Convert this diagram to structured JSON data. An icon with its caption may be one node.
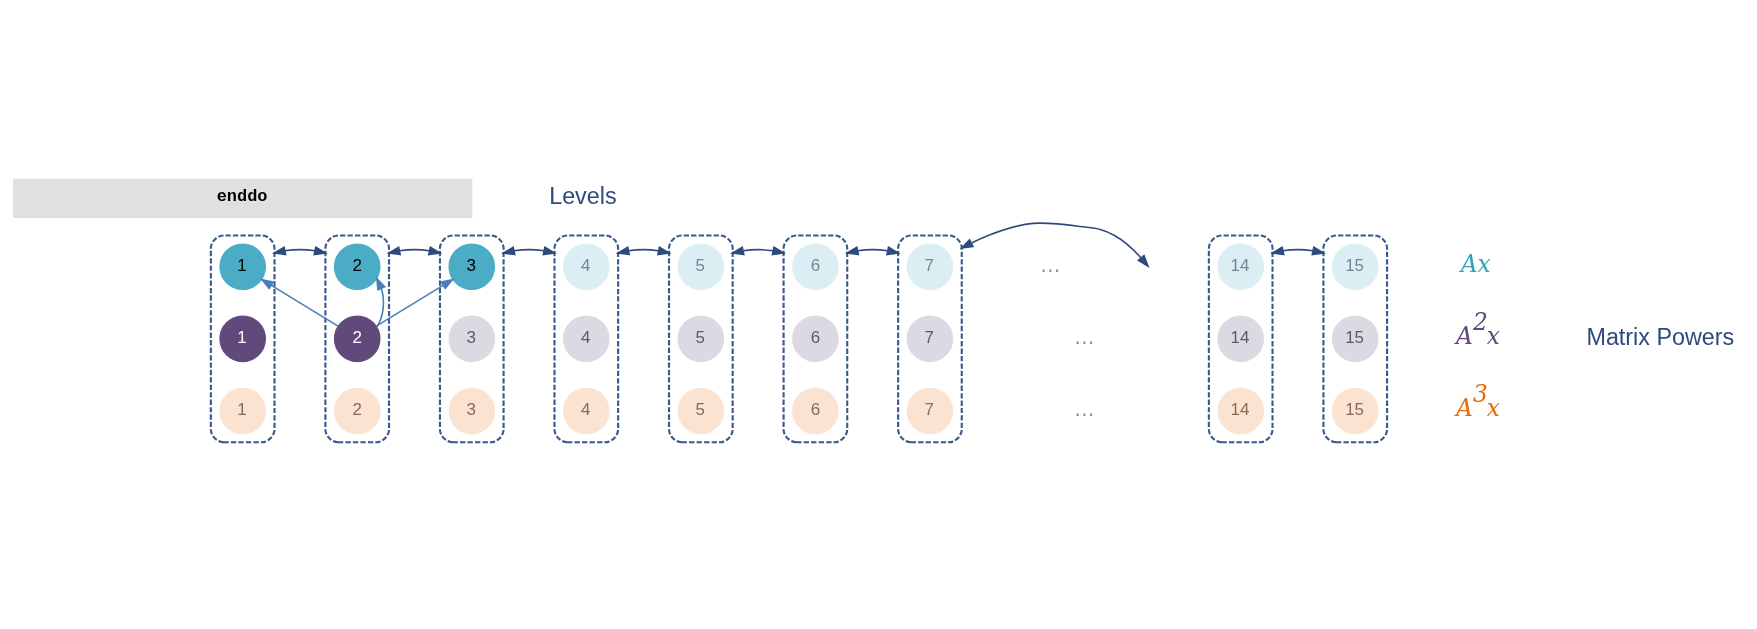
{
  "diagram": {
    "nodes": [
      {
        "text": [
          "enddo"
        ]
      },
      {
        "text": [],
        "shape": "box"
      },
      {
        "text": [
          "1"
        ],
        "in": 1
      },
      {
        "text": [
          "1"
        ],
        "in": 1
      },
      {
        "text": [
          "1"
        ],
        "in": 1
      },
      {
        "text": [],
        "shape": "box"
      },
      {
        "text": [
          "2"
        ],
        "in": 5
      },
      {
        "text": [
          "2"
        ],
        "in": 5
      },
      {
        "text": [
          "2"
        ],
        "in": 5
      },
      {
        "text": [],
        "shape": "box"
      },
      {
        "text": [
          "3"
        ],
        "in": 9
      },
      {
        "text": [
          "3"
        ],
        "in": 9
      },
      {
        "text": [
          "3"
        ],
        "in": 9
      },
      {
        "text": [],
        "shape": "box"
      },
      {
        "text": [
          "4"
        ],
        "in": 13
      },
      {
        "text": [
          "4"
        ],
        "in": 13
      },
      {
        "text": [
          "4"
        ],
        "in": 13
      },
      {
        "text": [],
        "shape": "box"
      },
      {
        "text": [
          "5"
        ],
        "in": 17
      },
      {
        "text": [
          "5"
        ],
        "in": 17
      },
      {
        "text": [
          "5"
        ],
        "in": 17
      },
      {
        "text": [],
        "shape": "box"
      },
      {
        "text": [
          "6"
        ],
        "in": 21
      },
      {
        "text": [
          "6"
        ],
        "in": 21
      },
      {
        "text": [
          "6"
        ],
        "in": 21
      },
      {
        "text": [],
        "shape": "box"
      },
      {
        "text": [
          "7"
        ],
        "in": 25
      },
      {
        "text": [
          "7"
        ],
        "in": 25
      },
      {
        "text": [
          "7"
        ],
        "in": 25
      },
      {
        "text": [],
        "shape": "box"
      },
      {
        "text": [
          "14"
        ],
        "in": 29
      },
      {
        "text": [
          "14"
        ],
        "in": 29
      },
      {
        "text": [
          "14"
        ],
        "in": 29
      },
      {
        "text": [],
        "shape": "box"
      },
      {
        "text": [
          "15"
        ],
        "in": 33
      },
      {
        "text": [
          "15"
        ],
        "in": 33
      },
      {
        "text": [
          "15"
        ],
        "in": 33
      }
    ],
    "edges": [
      {
        "from": 1,
        "to": 5,
        "arrow": "both"
      },
      {
        "from": 5,
        "to": 9,
        "arrow": "both"
      },
      {
        "from": 9,
        "to": 13,
        "arrow": "both"
      },
      {
        "from": 13,
        "to": 17,
        "arrow": "both"
      },
      {
        "from": 17,
        "to": 21,
        "arrow": "both"
      },
      {
        "from": 21,
        "to": 25,
        "arrow": "both"
      },
      {
        "from": 25,
        "to": null,
        "arrow": "both"
      },
      {
        "from": 29,
        "to": 33,
        "arrow": "both"
      },
      {
        "from": 7,
        "to": 2,
        "arrow": "to",
        "color": "#4a7ebb"
      },
      {
        "from": 7,
        "to": 6,
        "arrow": "to",
        "color": "#4a7ebb"
      },
      {
        "from": 7,
        "to": 10,
        "arrow": "to",
        "color": "#4a7ebb"
      }
    ],
    "labels": [
      "Levels",
      "Matrix Powers",
      "…",
      "Ax",
      "…",
      "A$^{2}$x",
      "…",
      "A$^{3}$x"
    ]
  }
}
